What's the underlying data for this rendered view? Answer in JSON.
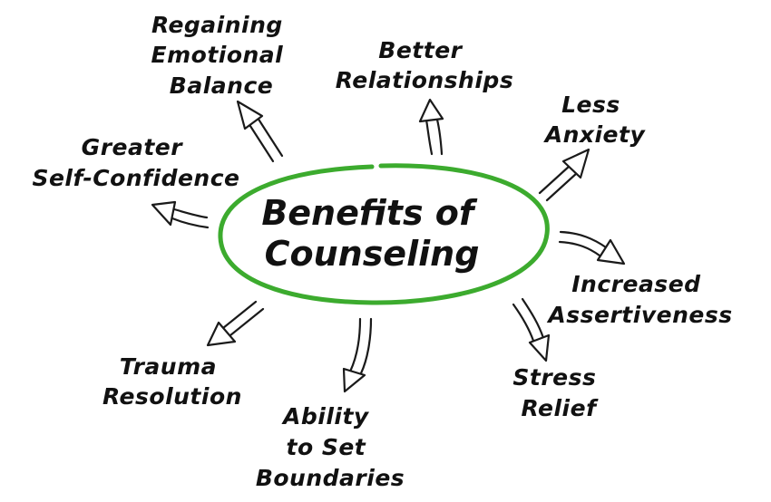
{
  "center": {
    "lines": [
      "Benefits of",
      "Counseling"
    ],
    "ring_color": "#3cab2e"
  },
  "ink_color": "#111111",
  "benefits": [
    {
      "id": "regaining-emotional-balance",
      "lines": [
        "Regaining",
        "Emotional",
        "Balance"
      ]
    },
    {
      "id": "better-relationships",
      "lines": [
        "Better",
        "Relationships"
      ]
    },
    {
      "id": "less-anxiety",
      "lines": [
        "Less",
        "Anxiety"
      ]
    },
    {
      "id": "greater-self-confidence",
      "lines": [
        "Greater",
        "Self-Confidence"
      ]
    },
    {
      "id": "increased-assertiveness",
      "lines": [
        "Increased",
        "Assertiveness"
      ]
    },
    {
      "id": "trauma-resolution",
      "lines": [
        "Trauma",
        "Resolution"
      ]
    },
    {
      "id": "ability-to-set-boundaries",
      "lines": [
        "Ability",
        "to Set",
        "Boundaries"
      ]
    },
    {
      "id": "stress-relief",
      "lines": [
        "Stress",
        "Relief"
      ]
    }
  ]
}
